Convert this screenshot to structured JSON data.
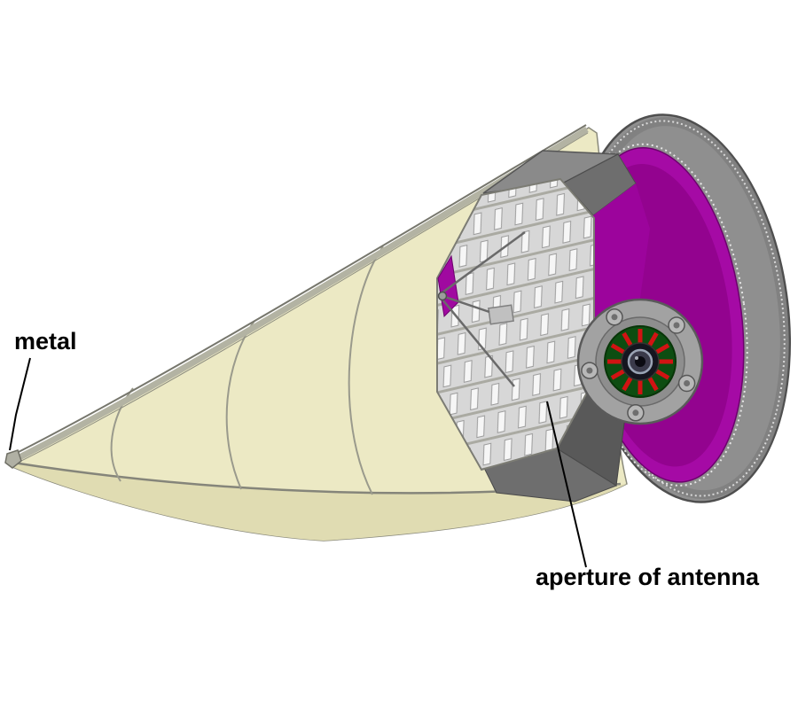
{
  "figure": {
    "type": "3d-cad-illustration",
    "description": "Cutaway CAD rendering of a conical radome enclosing a slotted waveguide antenna array on a gimbal ring mount",
    "labels": {
      "metal": "metal",
      "aperture": "aperture of antenna"
    },
    "colors": {
      "background": "#ffffff",
      "radome_inner": "#ece9c4",
      "radome_outer_band": "#e0dcb2",
      "edge_gray": "#85857a",
      "drum_gray": "#8f8f8f",
      "drum_dark": "#4f4f4f",
      "magenta": "#9c049c",
      "magenta_dark": "#93038f",
      "panel_gray": "#6e6e6e",
      "antenna_gray": "#d7d7d7",
      "slot_white": "#f6f6f6",
      "pcb_green": "#0d4d11",
      "pcb_red": "#d11313",
      "label_black": "#000000"
    }
  }
}
